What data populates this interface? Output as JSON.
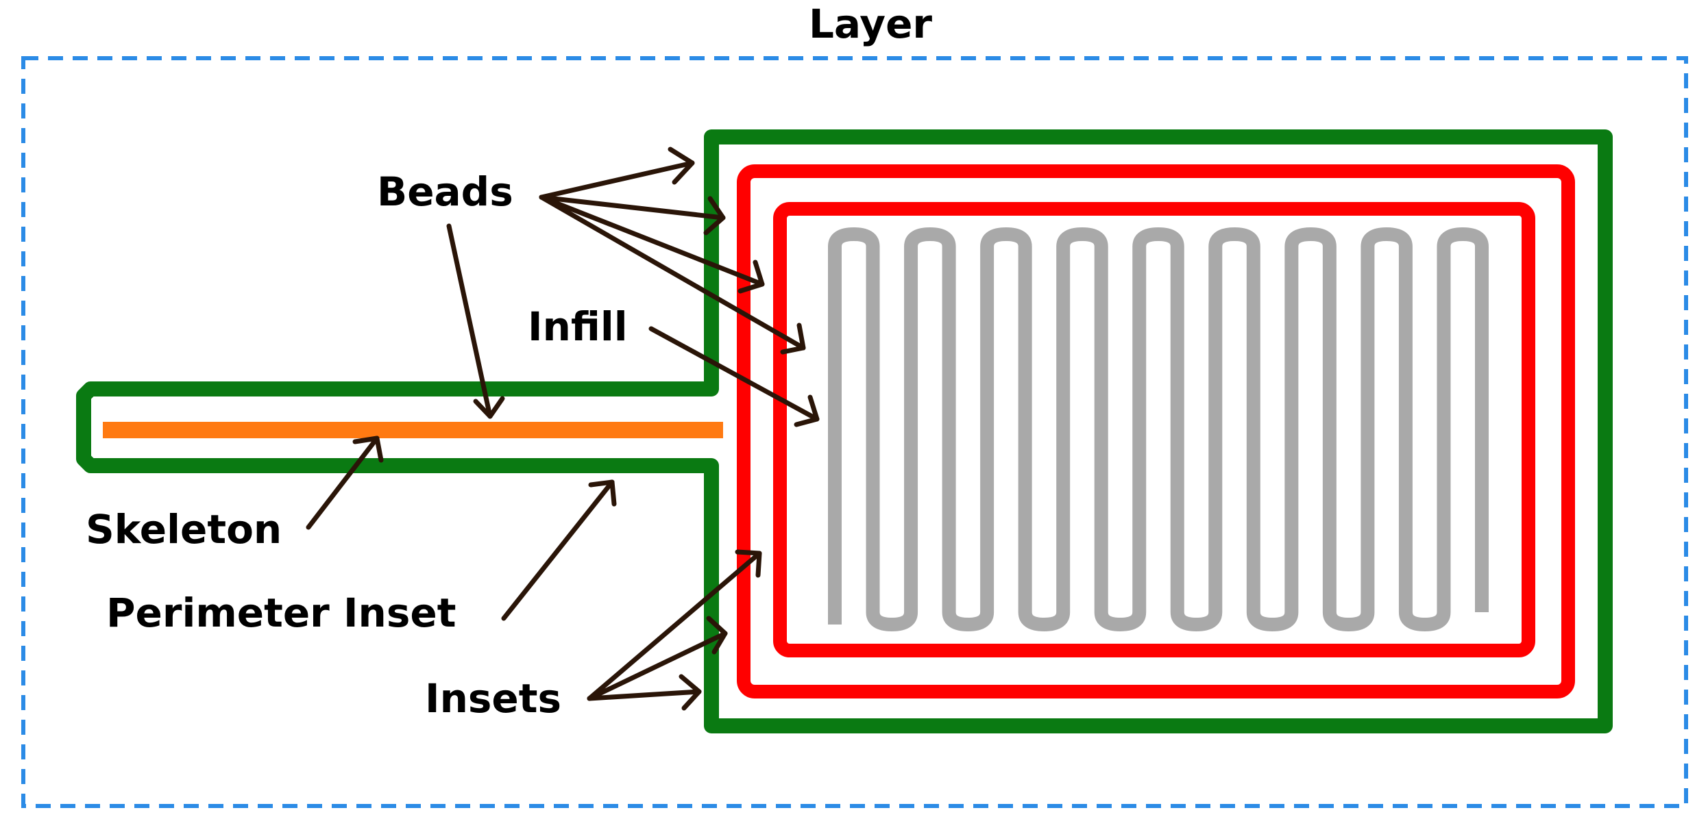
{
  "title": "Layer",
  "labels": {
    "beads": "Beads",
    "infill": "Infill",
    "skeleton": "Skeleton",
    "perimeter_inset": "Perimeter Inset",
    "insets": "Insets"
  },
  "colors": {
    "frame": "#2b8be6",
    "perimeter": "#0a7a12",
    "inset": "#ff0000",
    "infill": "#a9a9a9",
    "skeleton": "#ff7a12",
    "arrow": "#2a1508",
    "text": "#000000"
  },
  "infill_columns": 18
}
